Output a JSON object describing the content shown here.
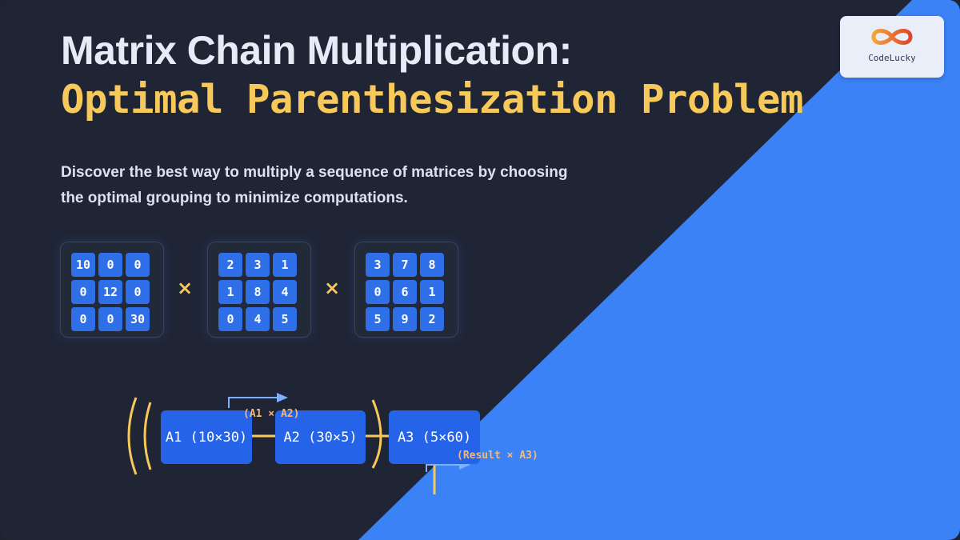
{
  "title": {
    "line1": "Matrix Chain Multiplication:",
    "line2": "Optimal Parenthesization Problem"
  },
  "subtitle": "Discover the best way to multiply a sequence of matrices by choosing the optimal grouping to minimize computations.",
  "logo": {
    "text": "CodeLucky",
    "icon": "infinity-logo-icon"
  },
  "matrices": [
    {
      "name": "matrix-1",
      "cells": [
        "10",
        "0",
        "0",
        "0",
        "12",
        "0",
        "0",
        "0",
        "30"
      ]
    },
    {
      "name": "matrix-2",
      "cells": [
        "2",
        "3",
        "1",
        "1",
        "8",
        "4",
        "0",
        "4",
        "5"
      ]
    },
    {
      "name": "matrix-3",
      "cells": [
        "3",
        "7",
        "8",
        "0",
        "6",
        "1",
        "5",
        "9",
        "2"
      ]
    }
  ],
  "operators": {
    "times": "×"
  },
  "chain": {
    "a1": "A1 (10×30)",
    "a2": "A2 (30×5)",
    "a3": "A3 (5×60)",
    "note_first": "(A1 × A2)",
    "note_second": "(Result × A3)"
  },
  "colors": {
    "background": "#1f2535",
    "accent_blue": "#3b82f6",
    "cell_blue": "#2f6fe8",
    "highlight_yellow": "#f7c95a",
    "arrow_blue": "#7fb0ff"
  }
}
